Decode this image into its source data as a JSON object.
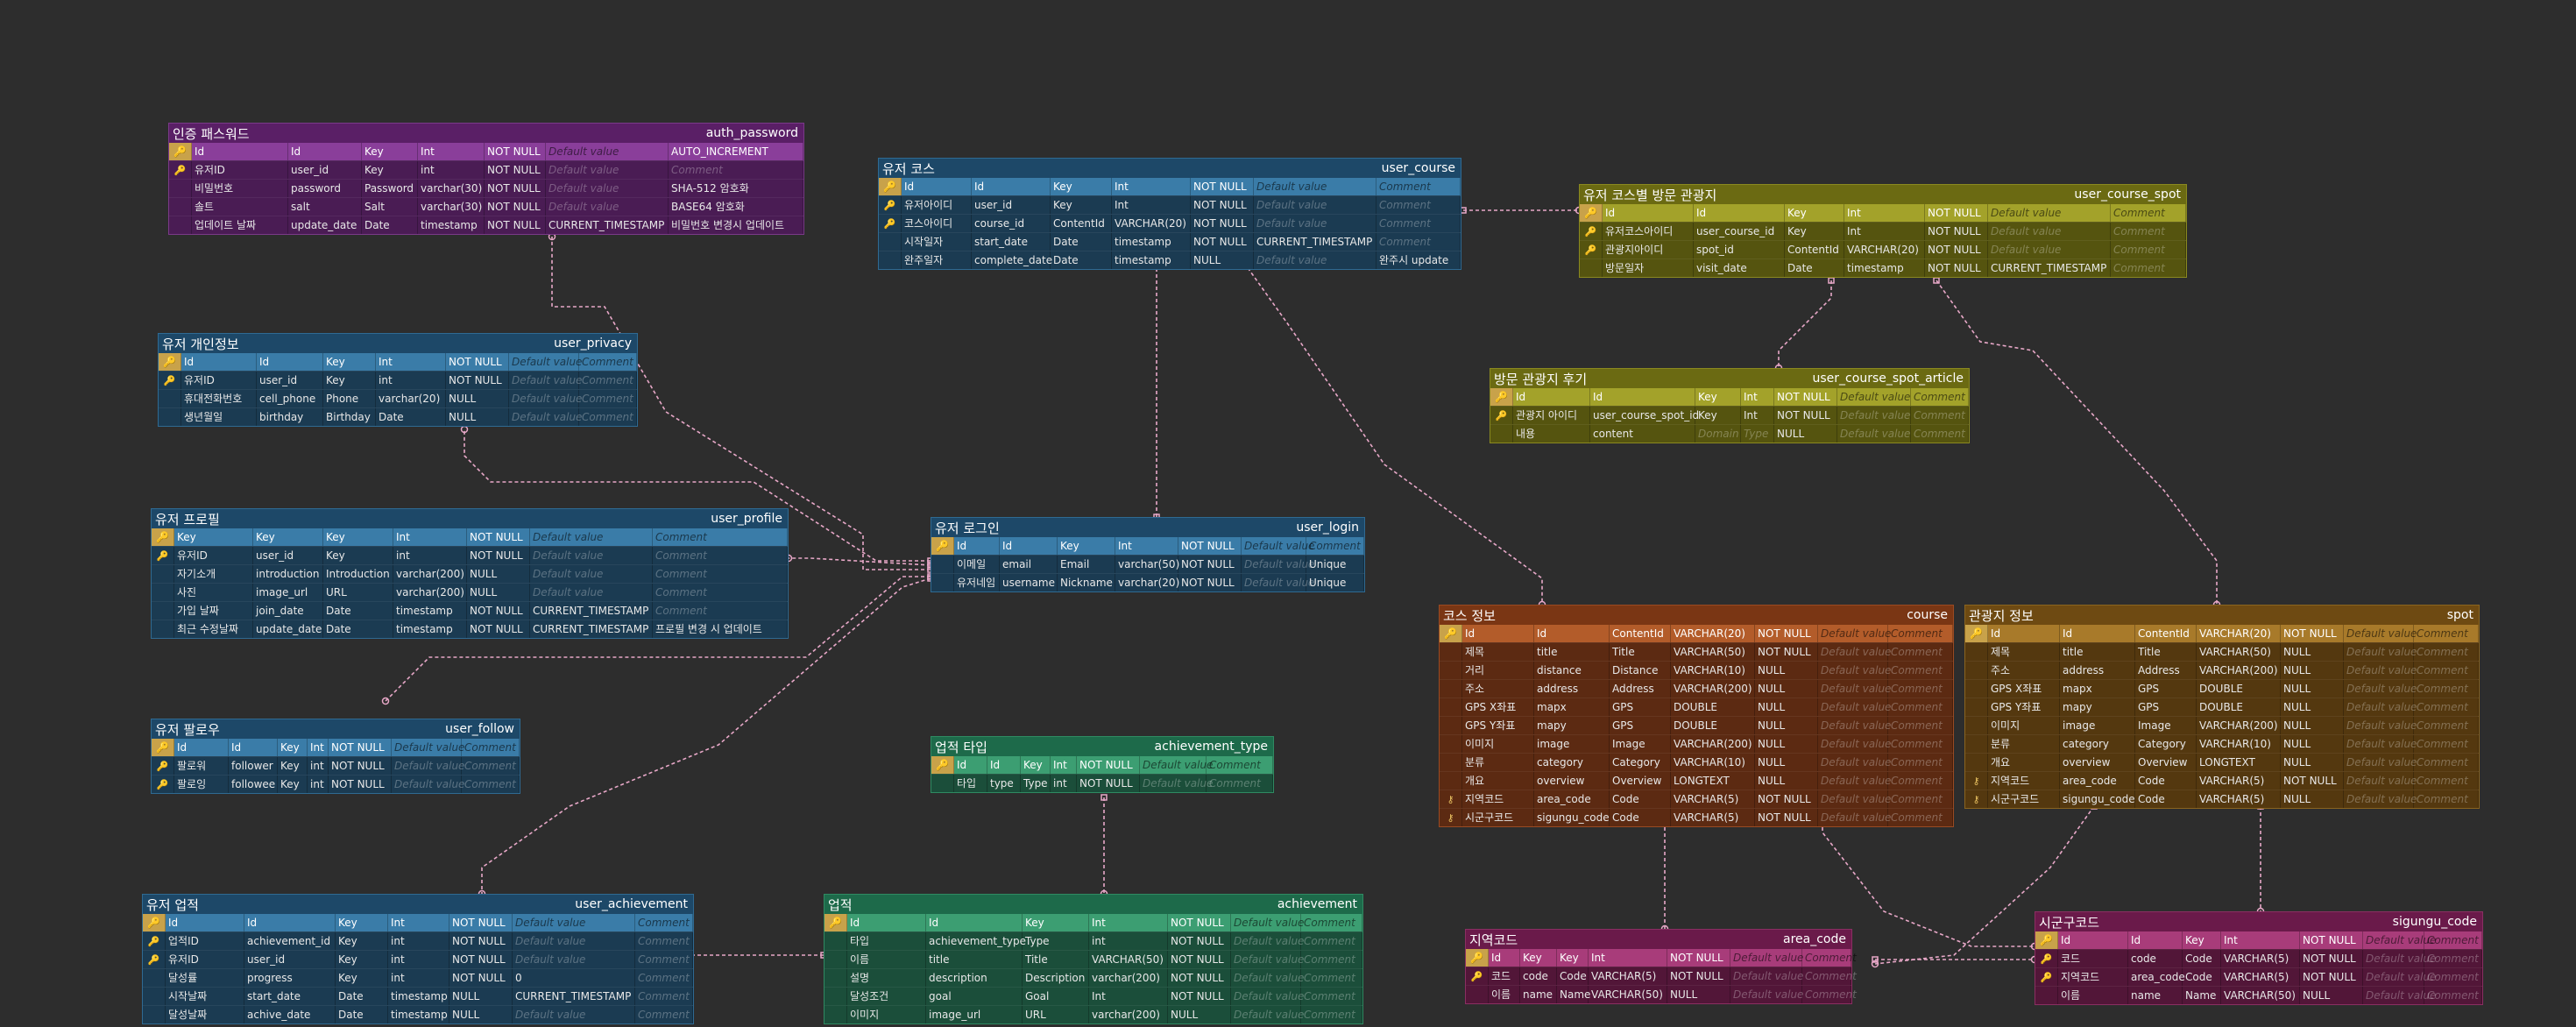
{
  "tables": [
    {
      "id": "auth_password",
      "title": "인증 패스워드",
      "name": "auth_password",
      "theme": "purple",
      "header": [
        "Id",
        "Id",
        "Key",
        "Int",
        "NOT NULL",
        "Default value",
        "AUTO_INCREMENT"
      ],
      "rows": [
        [
          "pfk",
          "유저ID",
          "user_id",
          "Key",
          "int",
          "NOT NULL",
          "Default value",
          "Comment"
        ],
        [
          "",
          "비밀번호",
          "password",
          "Password",
          "varchar(30)",
          "NOT NULL",
          "Default value",
          "SHA-512 암호화"
        ],
        [
          "",
          "솔트",
          "salt",
          "Salt",
          "varchar(30)",
          "NOT NULL",
          "Default value",
          "BASE64 암호화"
        ],
        [
          "",
          "업데이트 날짜",
          "update_date",
          "Date",
          "timestamp",
          "NOT NULL",
          "CURRENT_TIMESTAMP",
          "비밀번호 변경시 업데이트"
        ]
      ]
    },
    {
      "id": "user_course",
      "title": "유저 코스",
      "name": "user_course",
      "theme": "blue",
      "header": [
        "Id",
        "Id",
        "Key",
        "Int",
        "NOT NULL",
        "Default value",
        "Comment"
      ],
      "rows": [
        [
          "pfk",
          "유저아이디",
          "user_id",
          "Key",
          "Int",
          "NOT NULL",
          "Default value",
          "Comment"
        ],
        [
          "pfk",
          "코스아이디",
          "course_id",
          "ContentId",
          "VARCHAR(20)",
          "NOT NULL",
          "Default value",
          "Comment"
        ],
        [
          "",
          "시작일자",
          "start_date",
          "Date",
          "timestamp",
          "NOT NULL",
          "CURRENT_TIMESTAMP",
          "Comment"
        ],
        [
          "",
          "완주일자",
          "complete_date",
          "Date",
          "timestamp",
          "NULL",
          "Default value",
          "완주시 update"
        ]
      ]
    },
    {
      "id": "user_course_spot",
      "title": "유저 코스별 방문 관광지",
      "name": "user_course_spot",
      "theme": "olive",
      "header": [
        "Id",
        "Id",
        "Key",
        "Int",
        "NOT NULL",
        "Default value",
        "Comment"
      ],
      "rows": [
        [
          "pfk",
          "유저코스아이디",
          "user_course_id",
          "Key",
          "Int",
          "NOT NULL",
          "Default value",
          "Comment"
        ],
        [
          "pfk",
          "관광지아이디",
          "spot_id",
          "ContentId",
          "VARCHAR(20)",
          "NOT NULL",
          "Default value",
          "Comment"
        ],
        [
          "",
          "방문일자",
          "visit_date",
          "Date",
          "timestamp",
          "NOT NULL",
          "CURRENT_TIMESTAMP",
          "Comment"
        ]
      ]
    },
    {
      "id": "user_course_spot_article",
      "title": "방문 관광지 후기",
      "name": "user_course_spot_article",
      "theme": "olive",
      "header": [
        "Id",
        "Id",
        "Key",
        "Int",
        "NOT NULL",
        "Default value",
        "Comment"
      ],
      "rows": [
        [
          "pfk",
          "관광지 아이디",
          "user_course_spot_id",
          "Key",
          "Int",
          "NOT NULL",
          "Default value",
          "Comment"
        ],
        [
          "",
          "내용",
          "content",
          "Domain",
          "Type",
          "NULL",
          "Default value",
          "Comment"
        ]
      ]
    },
    {
      "id": "user_privacy",
      "title": "유저 개인정보",
      "name": "user_privacy",
      "theme": "blue",
      "header": [
        "Id",
        "Id",
        "Key",
        "Int",
        "NOT NULL",
        "Default value",
        "Comment"
      ],
      "rows": [
        [
          "pfk",
          "유저ID",
          "user_id",
          "Key",
          "int",
          "NOT NULL",
          "Default value",
          "Comment"
        ],
        [
          "",
          "휴대전화번호",
          "cell_phone",
          "Phone",
          "varchar(20)",
          "NULL",
          "Default value",
          "Comment"
        ],
        [
          "",
          "생년월일",
          "birthday",
          "Birthday",
          "Date",
          "NULL",
          "Default value",
          "Comment"
        ]
      ]
    },
    {
      "id": "user_profile",
      "title": "유저 프로필",
      "name": "user_profile",
      "theme": "blue",
      "header": [
        "Key",
        "Key",
        "Key",
        "Int",
        "NOT NULL",
        "Default value",
        "Comment"
      ],
      "rows": [
        [
          "pfk",
          "유저ID",
          "user_id",
          "Key",
          "int",
          "NOT NULL",
          "Default value",
          "Comment"
        ],
        [
          "",
          "자기소개",
          "introduction",
          "Introduction",
          "varchar(200)",
          "NULL",
          "Default value",
          "Comment"
        ],
        [
          "",
          "사진",
          "image_url",
          "URL",
          "varchar(200)",
          "NULL",
          "Default value",
          "Comment"
        ],
        [
          "",
          "가입 날짜",
          "join_date",
          "Date",
          "timestamp",
          "NOT NULL",
          "CURRENT_TIMESTAMP",
          "Comment"
        ],
        [
          "",
          "최근 수정날짜",
          "update_date",
          "Date",
          "timestamp",
          "NOT NULL",
          "CURRENT_TIMESTAMP",
          "프로필 변경 시 업데이트"
        ]
      ]
    },
    {
      "id": "user_login",
      "title": "유저 로그인",
      "name": "user_login",
      "theme": "blue",
      "header": [
        "Id",
        "Id",
        "Key",
        "Int",
        "NOT NULL",
        "Default value",
        "Comment"
      ],
      "rows": [
        [
          "",
          "이메일",
          "email",
          "Email",
          "varchar(50)",
          "NOT NULL",
          "Default value",
          "Unique"
        ],
        [
          "",
          "유저네임",
          "username",
          "Nickname",
          "varchar(20)",
          "NOT NULL",
          "Default value",
          "Unique"
        ]
      ]
    },
    {
      "id": "user_follow",
      "title": "유저 팔로우",
      "name": "user_follow",
      "theme": "blue",
      "header": [
        "Id",
        "Id",
        "Key",
        "Int",
        "NOT NULL",
        "Default value",
        "Comment"
      ],
      "rows": [
        [
          "pfk",
          "팔로워",
          "follower",
          "Key",
          "int",
          "NOT NULL",
          "Default value",
          "Comment"
        ],
        [
          "pfk",
          "팔로잉",
          "followee",
          "Key",
          "int",
          "NOT NULL",
          "Default value",
          "Comment"
        ]
      ]
    },
    {
      "id": "achievement_type",
      "title": "업적 타입",
      "name": "achievement_type",
      "theme": "green",
      "header": [
        "Id",
        "Id",
        "Key",
        "Int",
        "NOT NULL",
        "Default value",
        "Comment"
      ],
      "rows": [
        [
          "",
          "타입",
          "type",
          "Type",
          "int",
          "NOT NULL",
          "Default value",
          "Comment"
        ]
      ]
    },
    {
      "id": "user_achievement",
      "title": "유저 업적",
      "name": "user_achievement",
      "theme": "blue",
      "header": [
        "Id",
        "Id",
        "Key",
        "Int",
        "NOT NULL",
        "Default value",
        "Comment"
      ],
      "rows": [
        [
          "pfk",
          "업적ID",
          "achievement_id",
          "Key",
          "int",
          "NOT NULL",
          "Default value",
          "Comment"
        ],
        [
          "pfk",
          "유저ID",
          "user_id",
          "Key",
          "int",
          "NOT NULL",
          "Default value",
          "Comment"
        ],
        [
          "",
          "달성률",
          "progress",
          "Key",
          "int",
          "NOT NULL",
          "0",
          "Comment"
        ],
        [
          "",
          "시작날짜",
          "start_date",
          "Date",
          "timestamp",
          "NULL",
          "CURRENT_TIMESTAMP",
          "Comment"
        ],
        [
          "",
          "달성날짜",
          "achive_date",
          "Date",
          "timestamp",
          "NULL",
          "Default value",
          "Comment"
        ]
      ]
    },
    {
      "id": "achievement",
      "title": "업적",
      "name": "achievement",
      "theme": "green",
      "header": [
        "Id",
        "Id",
        "Key",
        "Int",
        "NOT NULL",
        "Default value",
        "Comment"
      ],
      "rows": [
        [
          "",
          "타입",
          "achievement_type",
          "Type",
          "int",
          "NOT NULL",
          "Default value",
          "Comment"
        ],
        [
          "",
          "이름",
          "title",
          "Title",
          "VARCHAR(50)",
          "NOT NULL",
          "Default value",
          "Comment"
        ],
        [
          "",
          "설명",
          "description",
          "Description",
          "varchar(200)",
          "NOT NULL",
          "Default value",
          "Comment"
        ],
        [
          "",
          "달성조건",
          "goal",
          "Goal",
          "Int",
          "NOT NULL",
          "Default value",
          "Comment"
        ],
        [
          "",
          "이미지",
          "image_url",
          "URL",
          "varchar(200)",
          "NULL",
          "Default value",
          "Comment"
        ]
      ]
    },
    {
      "id": "course",
      "title": "코스 정보",
      "name": "course",
      "theme": "orange",
      "header": [
        "Id",
        "Id",
        "ContentId",
        "VARCHAR(20)",
        "NOT NULL",
        "Default value",
        "Comment"
      ],
      "rows": [
        [
          "",
          "제목",
          "title",
          "Title",
          "VARCHAR(50)",
          "NOT NULL",
          "Default value",
          "Comment"
        ],
        [
          "",
          "거리",
          "distance",
          "Distance",
          "VARCHAR(10)",
          "NULL",
          "Default value",
          "Comment"
        ],
        [
          "",
          "주소",
          "address",
          "Address",
          "VARCHAR(200)",
          "NULL",
          "Default value",
          "Comment"
        ],
        [
          "",
          "GPS X좌표",
          "mapx",
          "GPS",
          "DOUBLE",
          "NULL",
          "Default value",
          "Comment"
        ],
        [
          "",
          "GPS Y좌표",
          "mapy",
          "GPS",
          "DOUBLE",
          "NULL",
          "Default value",
          "Comment"
        ],
        [
          "",
          "이미지",
          "image",
          "Image",
          "VARCHAR(200)",
          "NULL",
          "Default value",
          "Comment"
        ],
        [
          "",
          "분류",
          "category",
          "Category",
          "VARCHAR(10)",
          "NULL",
          "Default value",
          "Comment"
        ],
        [
          "",
          "개요",
          "overview",
          "Overview",
          "LONGTEXT",
          "NULL",
          "Default value",
          "Comment"
        ],
        [
          "fk",
          "지역코드",
          "area_code",
          "Code",
          "VARCHAR(5)",
          "NOT NULL",
          "Default value",
          "Comment"
        ],
        [
          "fk",
          "시군구코드",
          "sigungu_code",
          "Code",
          "VARCHAR(5)",
          "NOT NULL",
          "Default value",
          "Comment"
        ]
      ]
    },
    {
      "id": "spot",
      "title": "관광지 정보",
      "name": "spot",
      "theme": "amber",
      "header": [
        "Id",
        "Id",
        "ContentId",
        "VARCHAR(20)",
        "NOT NULL",
        "Default value",
        "Comment"
      ],
      "rows": [
        [
          "",
          "제목",
          "title",
          "Title",
          "VARCHAR(50)",
          "NULL",
          "Default value",
          "Comment"
        ],
        [
          "",
          "주소",
          "address",
          "Address",
          "VARCHAR(200)",
          "NULL",
          "Default value",
          "Comment"
        ],
        [
          "",
          "GPS X좌표",
          "mapx",
          "GPS",
          "DOUBLE",
          "NULL",
          "Default value",
          "Comment"
        ],
        [
          "",
          "GPS Y좌표",
          "mapy",
          "GPS",
          "DOUBLE",
          "NULL",
          "Default value",
          "Comment"
        ],
        [
          "",
          "이미지",
          "image",
          "Image",
          "VARCHAR(200)",
          "NULL",
          "Default value",
          "Comment"
        ],
        [
          "",
          "분류",
          "category",
          "Category",
          "VARCHAR(10)",
          "NULL",
          "Default value",
          "Comment"
        ],
        [
          "",
          "개요",
          "overview",
          "Overview",
          "LONGTEXT",
          "NULL",
          "Default value",
          "Comment"
        ],
        [
          "fk",
          "지역코드",
          "area_code",
          "Code",
          "VARCHAR(5)",
          "NOT NULL",
          "Default value",
          "Comment"
        ],
        [
          "fk",
          "시군구코드",
          "sigungu_code",
          "Code",
          "VARCHAR(5)",
          "NULL",
          "Default value",
          "Comment"
        ]
      ]
    },
    {
      "id": "area_code",
      "title": "지역코드",
      "name": "area_code",
      "theme": "magenta",
      "header": [
        "Id",
        "Key",
        "Key",
        "Int",
        "NOT NULL",
        "Default value",
        "Comment"
      ],
      "rows": [
        [
          "pk",
          "코드",
          "code",
          "Code",
          "VARCHAR(5)",
          "NOT NULL",
          "Default value",
          "Comment"
        ],
        [
          "",
          "이름",
          "name",
          "Name",
          "VARCHAR(50)",
          "NULL",
          "Default value",
          "Comment"
        ]
      ]
    },
    {
      "id": "sigungu_code",
      "title": "시군구코드",
      "name": "sigungu_code",
      "theme": "magenta",
      "header": [
        "Id",
        "Id",
        "Key",
        "Int",
        "NOT NULL",
        "Default value",
        "Comment"
      ],
      "rows": [
        [
          "pk",
          "코드",
          "code",
          "Code",
          "VARCHAR(5)",
          "NOT NULL",
          "Default value",
          "Comment"
        ],
        [
          "pfk",
          "지역코드",
          "area_code",
          "Code",
          "VARCHAR(5)",
          "NOT NULL",
          "Default value",
          "Comment"
        ],
        [
          "",
          "이름",
          "name",
          "Name",
          "VARCHAR(50)",
          "NULL",
          "Default value",
          "Comment"
        ]
      ]
    }
  ],
  "relations": [
    [
      "user_login",
      "user_privacy"
    ],
    [
      "user_login",
      "user_profile"
    ],
    [
      "user_login",
      "auth_password"
    ],
    [
      "user_login",
      "user_course"
    ],
    [
      "user_login",
      "user_follow"
    ],
    [
      "user_login",
      "user_achievement"
    ],
    [
      "user_course",
      "user_course_spot"
    ],
    [
      "user_course",
      "course"
    ],
    [
      "user_course_spot",
      "user_course_spot_article"
    ],
    [
      "user_course_spot",
      "spot"
    ],
    [
      "achievement_type",
      "achievement"
    ],
    [
      "achievement",
      "user_achievement"
    ],
    [
      "course",
      "area_code"
    ],
    [
      "course",
      "sigungu_code"
    ],
    [
      "spot",
      "sigungu_code"
    ],
    [
      "area_code",
      "sigungu_code"
    ]
  ],
  "colors": {
    "purple": {
      "head": "#5a1f66",
      "hdr": "#8a3e9a",
      "body": "#4a1c54",
      "border": "#7a3a88"
    },
    "blue": {
      "head": "#1d4868",
      "hdr": "#3a7ca8",
      "body": "#1b3b52",
      "border": "#2f6a92"
    },
    "olive": {
      "head": "#6b6a12",
      "hdr": "#a3a22a",
      "body": "#55540f",
      "border": "#8a8920"
    },
    "green": {
      "head": "#1d6a4a",
      "hdr": "#3c9e72",
      "body": "#1b4e3a",
      "border": "#2f8a62"
    },
    "orange": {
      "head": "#7a3614",
      "hdr": "#b35c2a",
      "body": "#5c2a12",
      "border": "#9a4a22"
    },
    "amber": {
      "head": "#6e4a12",
      "hdr": "#a87a2a",
      "body": "#54380f",
      "border": "#8a6420"
    },
    "magenta": {
      "head": "#6a1a4a",
      "hdr": "#a83c7a",
      "body": "#521638",
      "border": "#8a2f62"
    },
    "link": "#e8a8c8"
  }
}
